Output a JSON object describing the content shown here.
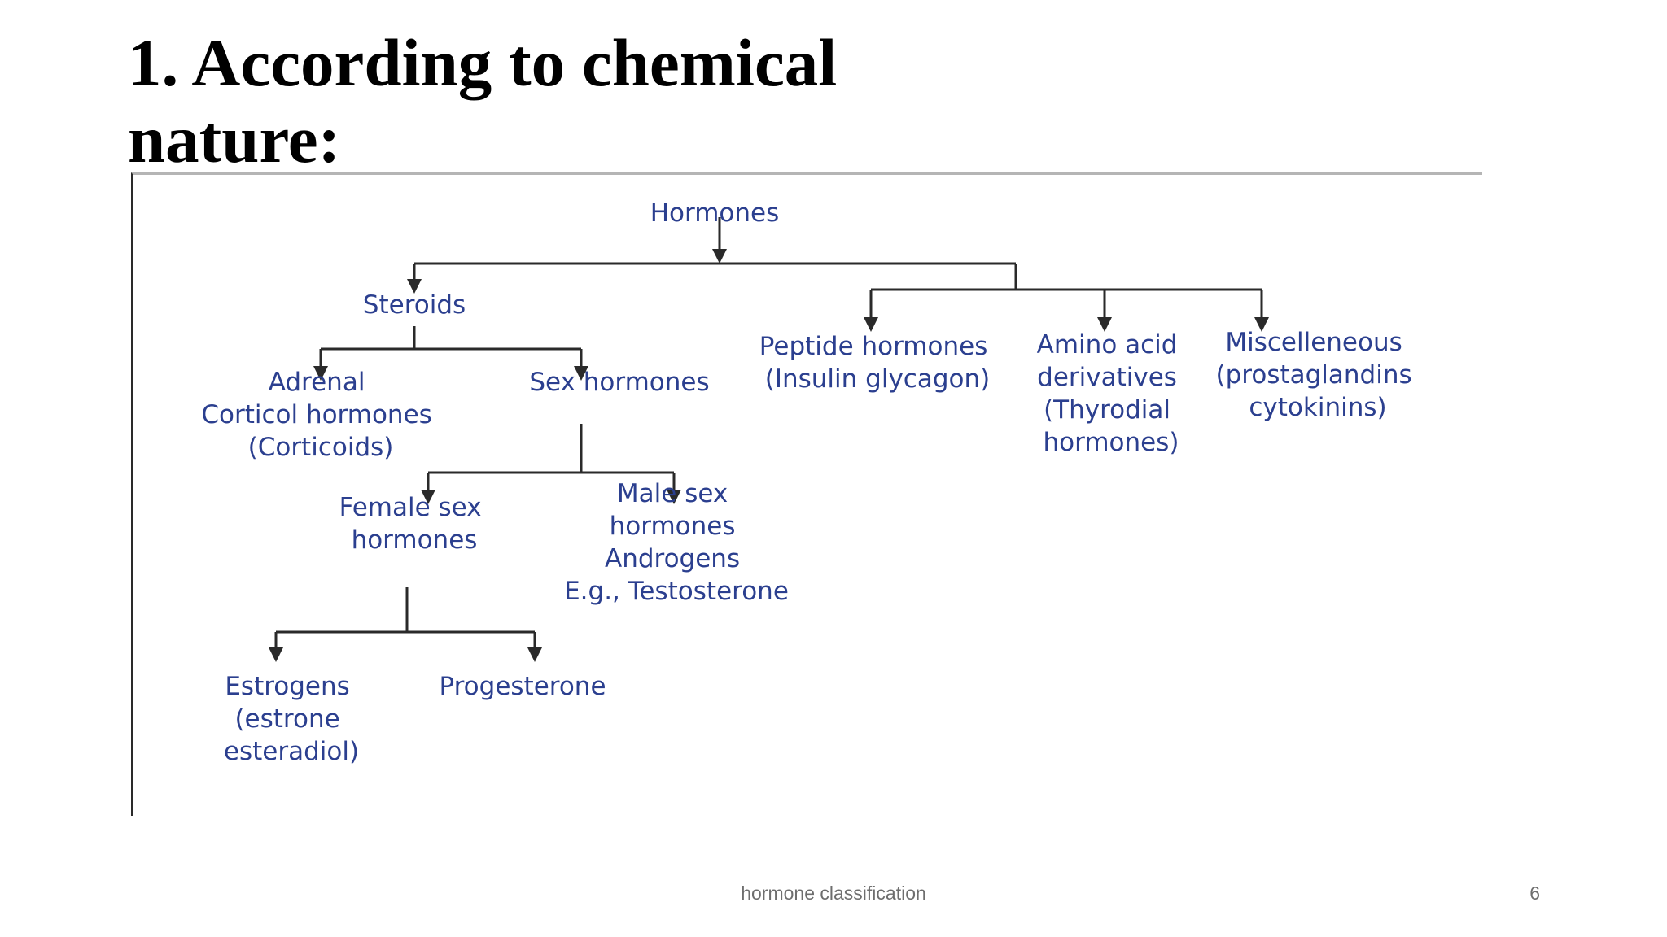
{
  "slide": {
    "title_lines": [
      "1. According to chemical",
      "nature:"
    ],
    "footer": "hormone classification",
    "page_number": "6"
  },
  "diagram": {
    "root": "Hormones",
    "steroids": "Steroids",
    "adrenal": [
      "Adrenal",
      "Corticol hormones",
      "(Corticoids)"
    ],
    "sex_hormones": "Sex hormones",
    "female": [
      "Female sex",
      "hormones"
    ],
    "male": [
      "Male sex",
      "hormones",
      "Androgens",
      "E.g., Testosterone"
    ],
    "estrogens": [
      "Estrogens",
      "(estrone",
      "esteradiol)"
    ],
    "progesterone": "Progesterone",
    "peptide": [
      "Peptide hormones",
      "(Insulin glycagon)"
    ],
    "amino": [
      "Amino acid",
      "derivatives",
      "(Thyrodial",
      "hormones)"
    ],
    "misc": [
      "Miscelleneous",
      "(prostaglandins",
      "cytokinins)"
    ],
    "colors": {
      "text": "#2b3f8f",
      "lines": "#2a2a2a"
    }
  }
}
